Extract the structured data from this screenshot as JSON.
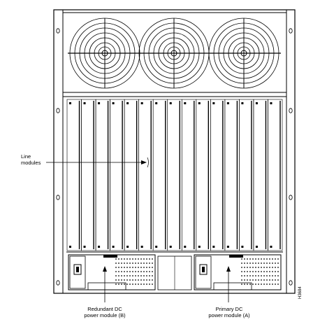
{
  "labels": {
    "line_modules": [
      "Line",
      "modules"
    ],
    "redundant_psu": [
      "Redundant DC",
      "power module (B)"
    ],
    "primary_psu": [
      "Primary DC",
      "power module (A)"
    ]
  },
  "figure_id": "H3684",
  "counts": {
    "fans": 3,
    "line_module_slots": 15
  }
}
